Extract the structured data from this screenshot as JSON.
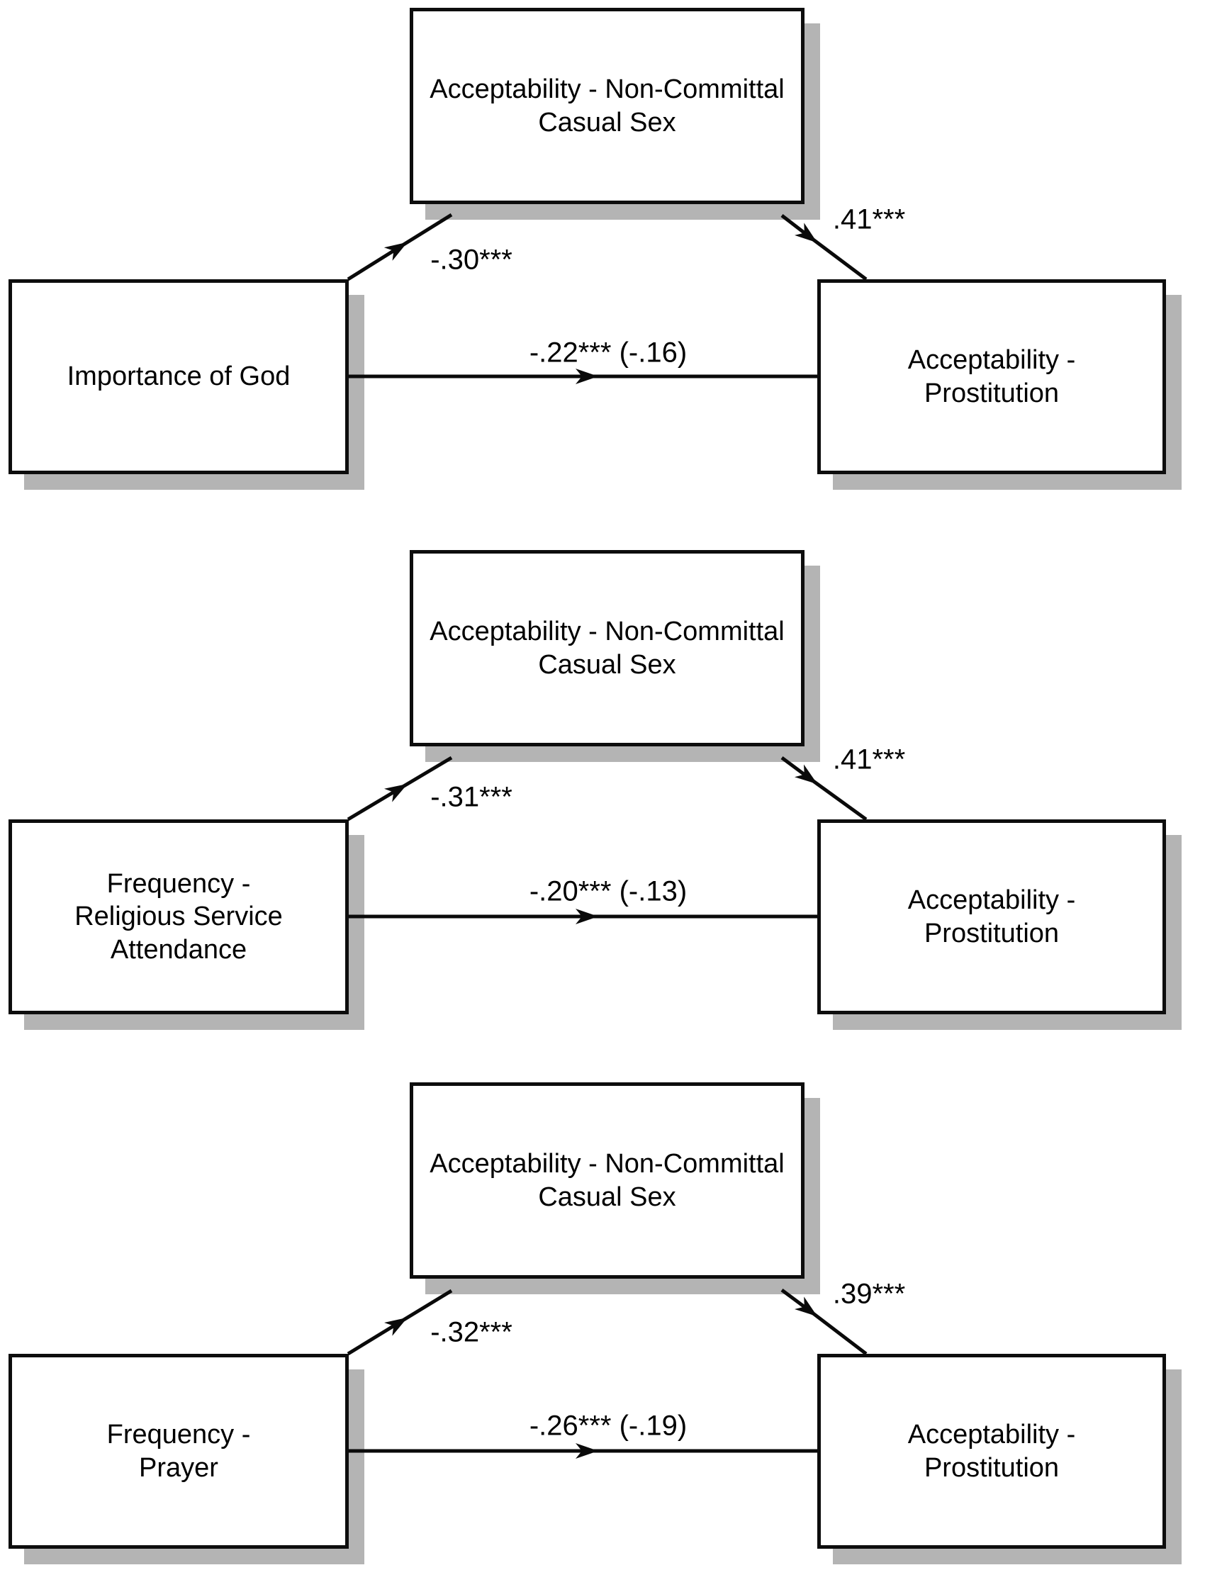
{
  "figure": {
    "type": "mediation-path-diagrams",
    "background_color": "#ffffff",
    "box_fill_color": "#ffffff",
    "box_border_color": "#0d0d0d",
    "box_shadow_color": "#b4b4b4",
    "arrow_color": "#0a0a0a",
    "text_color": "#000000"
  },
  "models": [
    {
      "predictor": "Importance of God",
      "mediator": "Acceptability - Non-Committal\nCasual Sex",
      "outcome": "Acceptability -\nProstitution",
      "path_a": "-.30***",
      "path_b": ".41***",
      "path_c": "-.22*** (-.16)"
    },
    {
      "predictor": "Frequency -\nReligious Service Attendance",
      "mediator": "Acceptability - Non-Committal\nCasual Sex",
      "outcome": "Acceptability -\nProstitution",
      "path_a": "-.31***",
      "path_b": ".41***",
      "path_c": "-.20*** (-.13)"
    },
    {
      "predictor": "Frequency -\nPrayer",
      "mediator": "Acceptability - Non-Committal\nCasual Sex",
      "outcome": "Acceptability -\nProstitution",
      "path_a": "-.32***",
      "path_b": ".39***",
      "path_c": "-.26*** (-.19)"
    }
  ]
}
